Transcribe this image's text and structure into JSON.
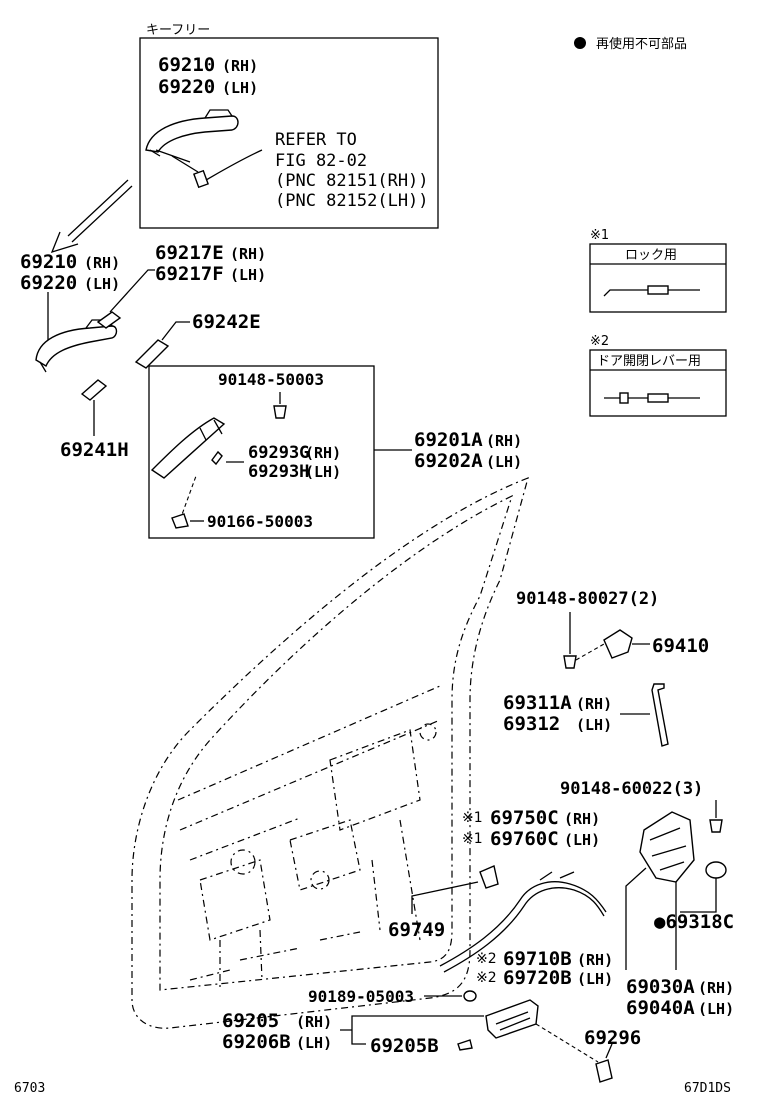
{
  "legend": {
    "symbol": "●",
    "text": "再使用不可部品"
  },
  "keyfree_box": {
    "title": "キーフリー",
    "part_rh": "69210",
    "part_rh_side": "(RH)",
    "part_lh": "69220",
    "part_lh_side": "(LH)",
    "refer_1": "REFER TO",
    "refer_2": "FIG 82-02",
    "refer_3": "(PNC 82151(RH))",
    "refer_4": "(PNC 82152(LH))"
  },
  "note1": {
    "mark": "※1",
    "label": "ロック用"
  },
  "note2": {
    "mark": "※2",
    "label": "ドア開閉レバー用"
  },
  "labels": {
    "p69210": "69210",
    "p69210_side": "(RH)",
    "p69220": "69220",
    "p69220_side": "(LH)",
    "p69217e": "69217E",
    "p69217e_side": "(RH)",
    "p69217f": "69217F",
    "p69217f_side": "(LH)",
    "p69242e": "69242E",
    "p69241h": "69241H",
    "p90148_50003": "90148-50003",
    "p69293g": "69293G",
    "p69293g_side": "(RH)",
    "p69293h": "69293H",
    "p69293h_side": "(LH)",
    "p90166_50003": "90166-50003",
    "p69201a": "69201A",
    "p69201a_side": "(RH)",
    "p69202a": "69202A",
    "p69202a_side": "(LH)",
    "p90148_80027": "90148-80027(2)",
    "p69410": "69410",
    "p69311a": "69311A",
    "p69311a_side": "(RH)",
    "p69312": "69312",
    "p69312_side": "(LH)",
    "p90148_60022": "90148-60022(3)",
    "p69750c_mark": "※1",
    "p69750c": "69750C",
    "p69750c_side": "(RH)",
    "p69760c_mark": "※1",
    "p69760c": "69760C",
    "p69760c_side": "(LH)",
    "p69318c": "●69318C",
    "p69749": "69749",
    "p69710b_mark": "※2",
    "p69710b": "69710B",
    "p69710b_side": "(RH)",
    "p69720b_mark": "※2",
    "p69720b": "69720B",
    "p69720b_side": "(LH)",
    "p69030a": "69030A",
    "p69030a_side": "(RH)",
    "p69040a": "69040A",
    "p69040a_side": "(LH)",
    "p90189_05003": "90189-05003",
    "p69205": "69205",
    "p69205_side": "(RH)",
    "p69206b": "69206B",
    "p69206b_side": "(LH)",
    "p69205b": "69205B",
    "p69296": "69296"
  },
  "footer": {
    "left": "6703",
    "right": "67D1DS"
  }
}
